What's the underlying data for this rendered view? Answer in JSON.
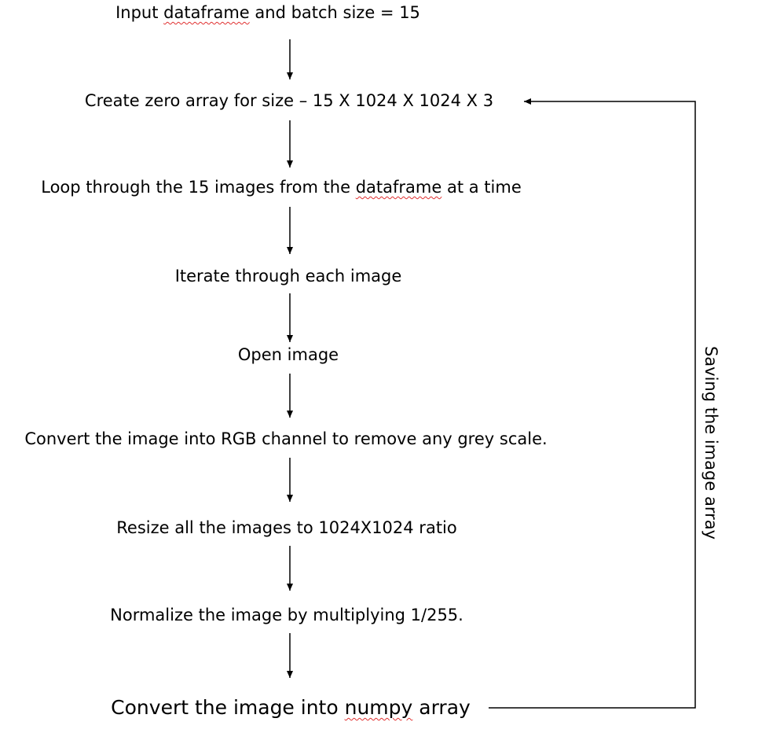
{
  "steps": [
    {
      "id": "input",
      "parts": [
        "Input ",
        "dataframe",
        " and batch size = 15"
      ]
    },
    {
      "id": "zero-array",
      "text": "Create zero array for size – 15 X 1024 X 1024 X 3"
    },
    {
      "id": "loop",
      "parts": [
        "Loop through the 15 images from the ",
        "dataframe",
        " at a time"
      ]
    },
    {
      "id": "iterate",
      "text": "Iterate through each image"
    },
    {
      "id": "open",
      "text": "Open image"
    },
    {
      "id": "convert-rgb",
      "text": "Convert the image into RGB channel to remove any grey scale."
    },
    {
      "id": "resize",
      "text": "Resize all the images to 1024X1024 ratio"
    },
    {
      "id": "normalize",
      "text": "Normalize the image by multiplying 1/255."
    },
    {
      "id": "convert-numpy",
      "parts": [
        "Convert the image into ",
        "numpy",
        " array"
      ]
    }
  ],
  "feedback_label": "Saving the image array",
  "colors": {
    "text": "#000000",
    "spellcheck_underline": "#e03030",
    "arrow": "#000000"
  }
}
